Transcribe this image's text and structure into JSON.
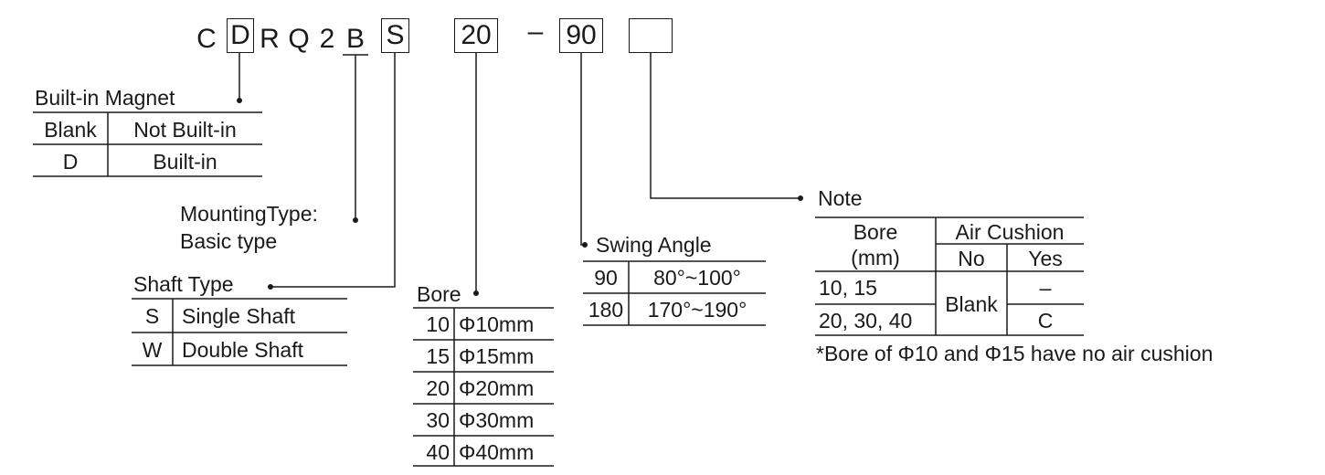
{
  "model_code": {
    "c": "C",
    "d": "D",
    "r": "R",
    "q": "Q",
    "two": "2",
    "b": "B",
    "s": "S",
    "bore": "20",
    "dash": "–",
    "angle": "90",
    "option": ""
  },
  "magnet": {
    "title": "Built-in Magnet",
    "rows": [
      {
        "code": "Blank",
        "desc": "Not Built-in"
      },
      {
        "code": "D",
        "desc": "Built-in"
      }
    ]
  },
  "mounting": {
    "line1": "MountingType:",
    "line2": "Basic type"
  },
  "shaft": {
    "title": "Shaft Type",
    "rows": [
      {
        "code": "S",
        "desc": "Single Shaft"
      },
      {
        "code": "W",
        "desc": "Double Shaft"
      }
    ]
  },
  "bore": {
    "title": "Bore",
    "rows": [
      {
        "code": "10",
        "desc": "Φ10mm"
      },
      {
        "code": "15",
        "desc": "Φ15mm"
      },
      {
        "code": "20",
        "desc": "Φ20mm"
      },
      {
        "code": "30",
        "desc": "Φ30mm"
      },
      {
        "code": "40",
        "desc": "Φ40mm"
      }
    ]
  },
  "swing": {
    "title": "Swing Angle",
    "rows": [
      {
        "code": "90",
        "desc": "80°~100°"
      },
      {
        "code": "180",
        "desc": "170°~190°"
      }
    ]
  },
  "note": {
    "title": "Note",
    "bore_header_1": "Bore",
    "bore_header_2": "(mm)",
    "air_cushion_header": "Air Cushion",
    "no_header": "No",
    "yes_header": "Yes",
    "row1_bore": "10, 15",
    "row2_bore": "20, 30, 40",
    "no_value": "Blank",
    "row1_yes": "–",
    "row2_yes": "C",
    "footnote": "*Bore of Φ10 and Φ15 have no air cushion"
  }
}
